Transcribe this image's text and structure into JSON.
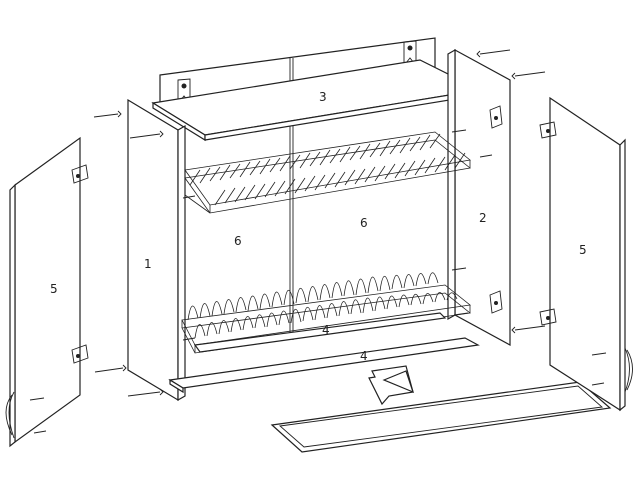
{
  "labels": {
    "top_panel": "3",
    "left_side": "1",
    "right_side": "2",
    "left_door": "5",
    "right_door": "5",
    "rack_upper_area": "6",
    "rack_lower_area": "6",
    "tray_back": "4",
    "tray_front": "4"
  }
}
